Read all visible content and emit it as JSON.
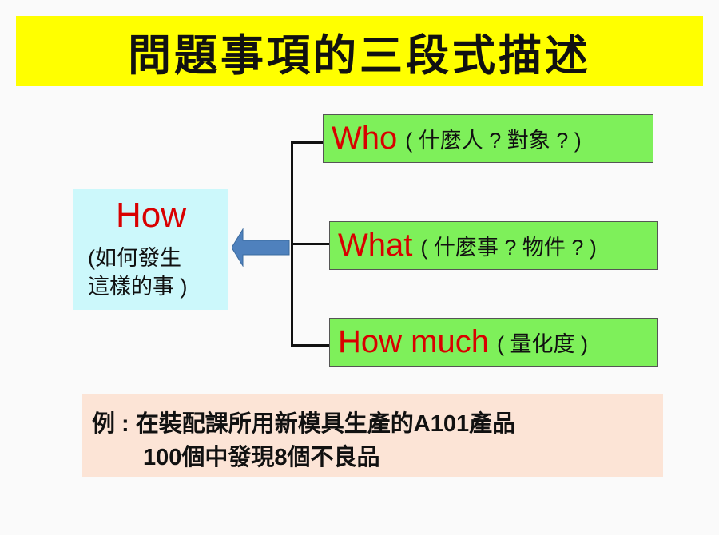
{
  "title": "問題事項的三段式描述",
  "center": {
    "keyword": "How",
    "desc_line1": "(如何發生",
    "desc_line2": "這樣的事 )"
  },
  "items": [
    {
      "keyword": "Who",
      "desc": "( 什麼人 ? 對象 ? )"
    },
    {
      "keyword": "What",
      "desc": "( 什麼事 ? 物件 ? )"
    },
    {
      "keyword": "How much",
      "desc": "( 量化度 )"
    }
  ],
  "example": {
    "line1": "例 : 在裝配課所用新模具生產的A101產品",
    "line2": "100個中發現8個不良品"
  },
  "colors": {
    "title_bg": "#ffff00",
    "center_bg": "#ccf8fb",
    "item_bg": "#7ef05a",
    "keyword": "#d90000",
    "arrow": "#4f81bd",
    "example_bg": "#fce4d6"
  }
}
